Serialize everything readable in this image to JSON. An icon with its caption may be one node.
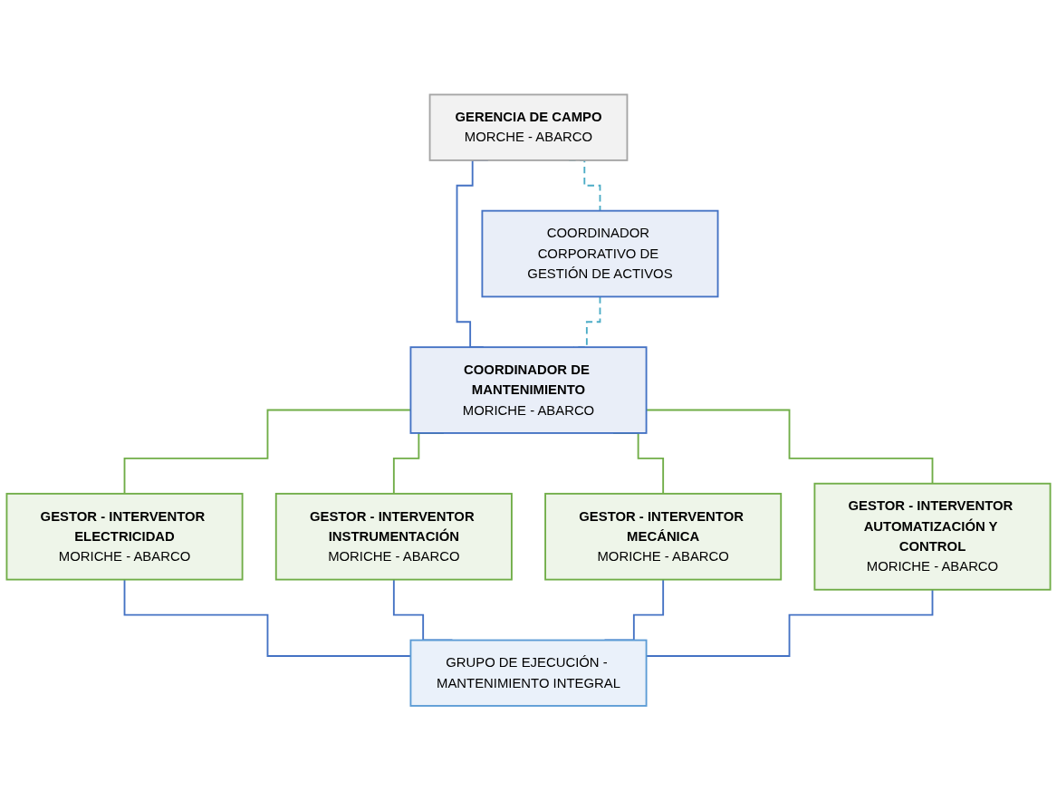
{
  "diagram": {
    "nodes": [
      {
        "text": [
          "GERENCIA DE CAMPO",
          "MORCHE - ABARCO"
        ]
      },
      {
        "text": [
          "COORDINADOR CORPORATIVO DE GESTIÓN DE ACTIVOS"
        ]
      },
      {
        "text": [
          "COORDINADOR DE MANTENIMIENTO",
          "MORICHE - ABARCO"
        ]
      },
      {
        "text": [
          "GESTOR - INTERVENTOR ELECTRICIDAD",
          "MORICHE - ABARCO"
        ]
      },
      {
        "text": [
          "GESTOR - INTERVENTOR INSTRUMENTACIÓN",
          "MORICHE - ABARCO"
        ]
      },
      {
        "text": [
          "GESTOR - INTERVENTOR MECÁNICA",
          "MORICHE - ABARCO"
        ]
      },
      {
        "text": [
          "GESTOR - INTERVENTOR AUTOMATIZACIÓN Y CONTROL",
          "MORICHE - ABARCO"
        ]
      },
      {
        "text": [
          "GRUPO DE EJECUCIÓN - MANTENIMIENTO INTEGRAL"
        ]
      }
    ],
    "edges": [
      {
        "from": 0,
        "to": 1,
        "arrow": "none",
        "style": "dashed",
        "color": "#4bacc6"
      },
      {
        "from": 0,
        "to": 2,
        "arrow": "none"
      },
      {
        "from": 1,
        "to": 2,
        "arrow": "none",
        "style": "dashed",
        "color": "#4bacc6"
      },
      {
        "from": 2,
        "to": 3,
        "arrow": "none",
        "color": "#70ad47"
      },
      {
        "from": 2,
        "to": 4,
        "arrow": "none",
        "color": "#70ad47"
      },
      {
        "from": 2,
        "to": 5,
        "arrow": "none",
        "color": "#70ad47"
      },
      {
        "from": 2,
        "to": 6,
        "arrow": "none",
        "color": "#70ad47"
      },
      {
        "from": 3,
        "to": 7,
        "arrow": "none"
      },
      {
        "from": 4,
        "to": 7,
        "arrow": "none"
      },
      {
        "from": 5,
        "to": 7,
        "arrow": "none"
      },
      {
        "from": 6,
        "to": 7,
        "arrow": "none"
      }
    ]
  }
}
